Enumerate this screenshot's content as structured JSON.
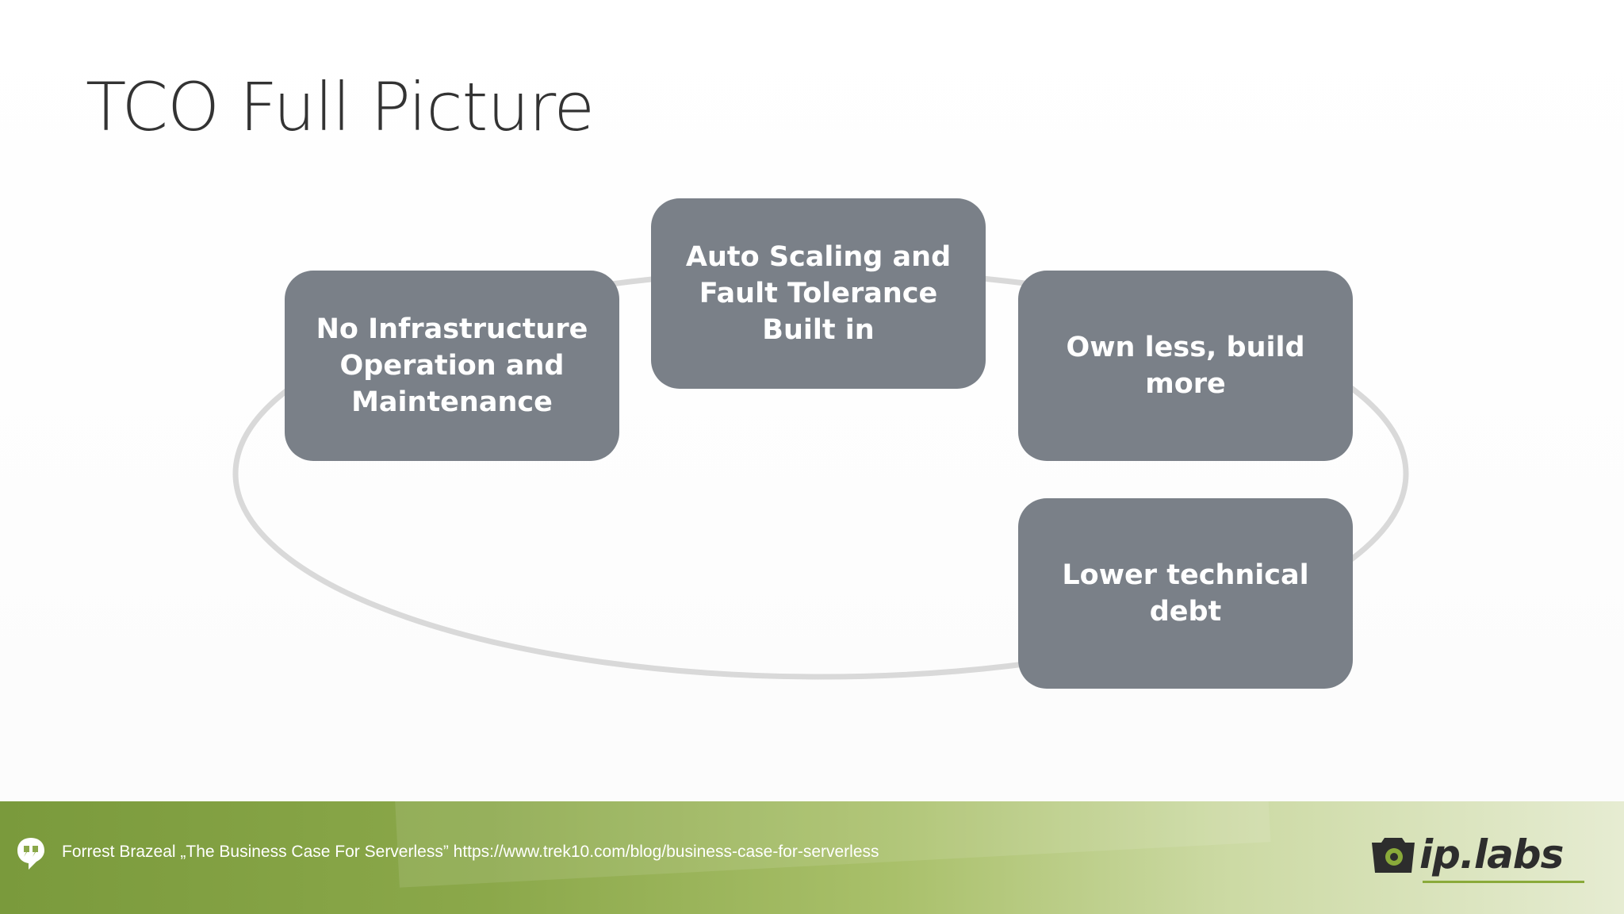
{
  "slide": {
    "title": "TCO Full Picture"
  },
  "cycle": {
    "boxes": [
      {
        "lines": [
          "No Infrastructure",
          "Operation and",
          "Maintenance"
        ]
      },
      {
        "lines": [
          "Auto Scaling and",
          "Fault Tolerance",
          "Built in"
        ]
      },
      {
        "lines": [
          "Own less, build more"
        ]
      },
      {
        "lines": [
          "Lower technical debt"
        ]
      }
    ],
    "box_color": "#7a8088",
    "ring_color": "#d9d9d9"
  },
  "footer": {
    "icon": "quote-bubble-icon",
    "citation": "Forrest Brazeal  „The Business Case For Serverless” https://www.trek10.com/blog/business-case-for-serverless",
    "logo_text": "ip.labs",
    "logo_icon": "camera-icon",
    "accent_color": "#8aaa3a"
  }
}
